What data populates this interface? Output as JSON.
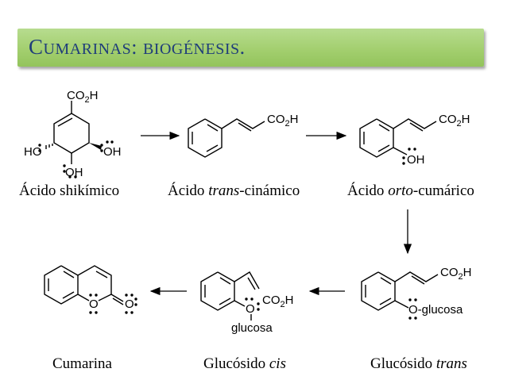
{
  "title": {
    "first_letter": "C",
    "rest_1": "UMARINAS",
    "colon": ":",
    "rest_2": "BIOGÉNESIS",
    "dot": "."
  },
  "compounds": [
    {
      "name_plain": "Ácido shikímico"
    },
    {
      "prefix": "Ácido ",
      "italic": "trans",
      "suffix": "-cinámico"
    },
    {
      "prefix": "Ácido ",
      "italic": "orto",
      "suffix": "-cumárico"
    },
    {
      "prefix": "Glucósido ",
      "italic": "trans"
    },
    {
      "prefix": "Glucósido ",
      "italic": "cis"
    },
    {
      "name_plain": "Cumarina"
    }
  ],
  "atom_labels": {
    "co2h_main": "CO",
    "co2h_sub": "2",
    "co2h_h": "H",
    "ho": "HO",
    "oh": "OH",
    "o": "O",
    "glucosa": "glucosa",
    "o_glucosa": "-glucosa"
  },
  "colors": {
    "title_bg": "#a3cf6f",
    "title_text": "#1f3d7a"
  }
}
